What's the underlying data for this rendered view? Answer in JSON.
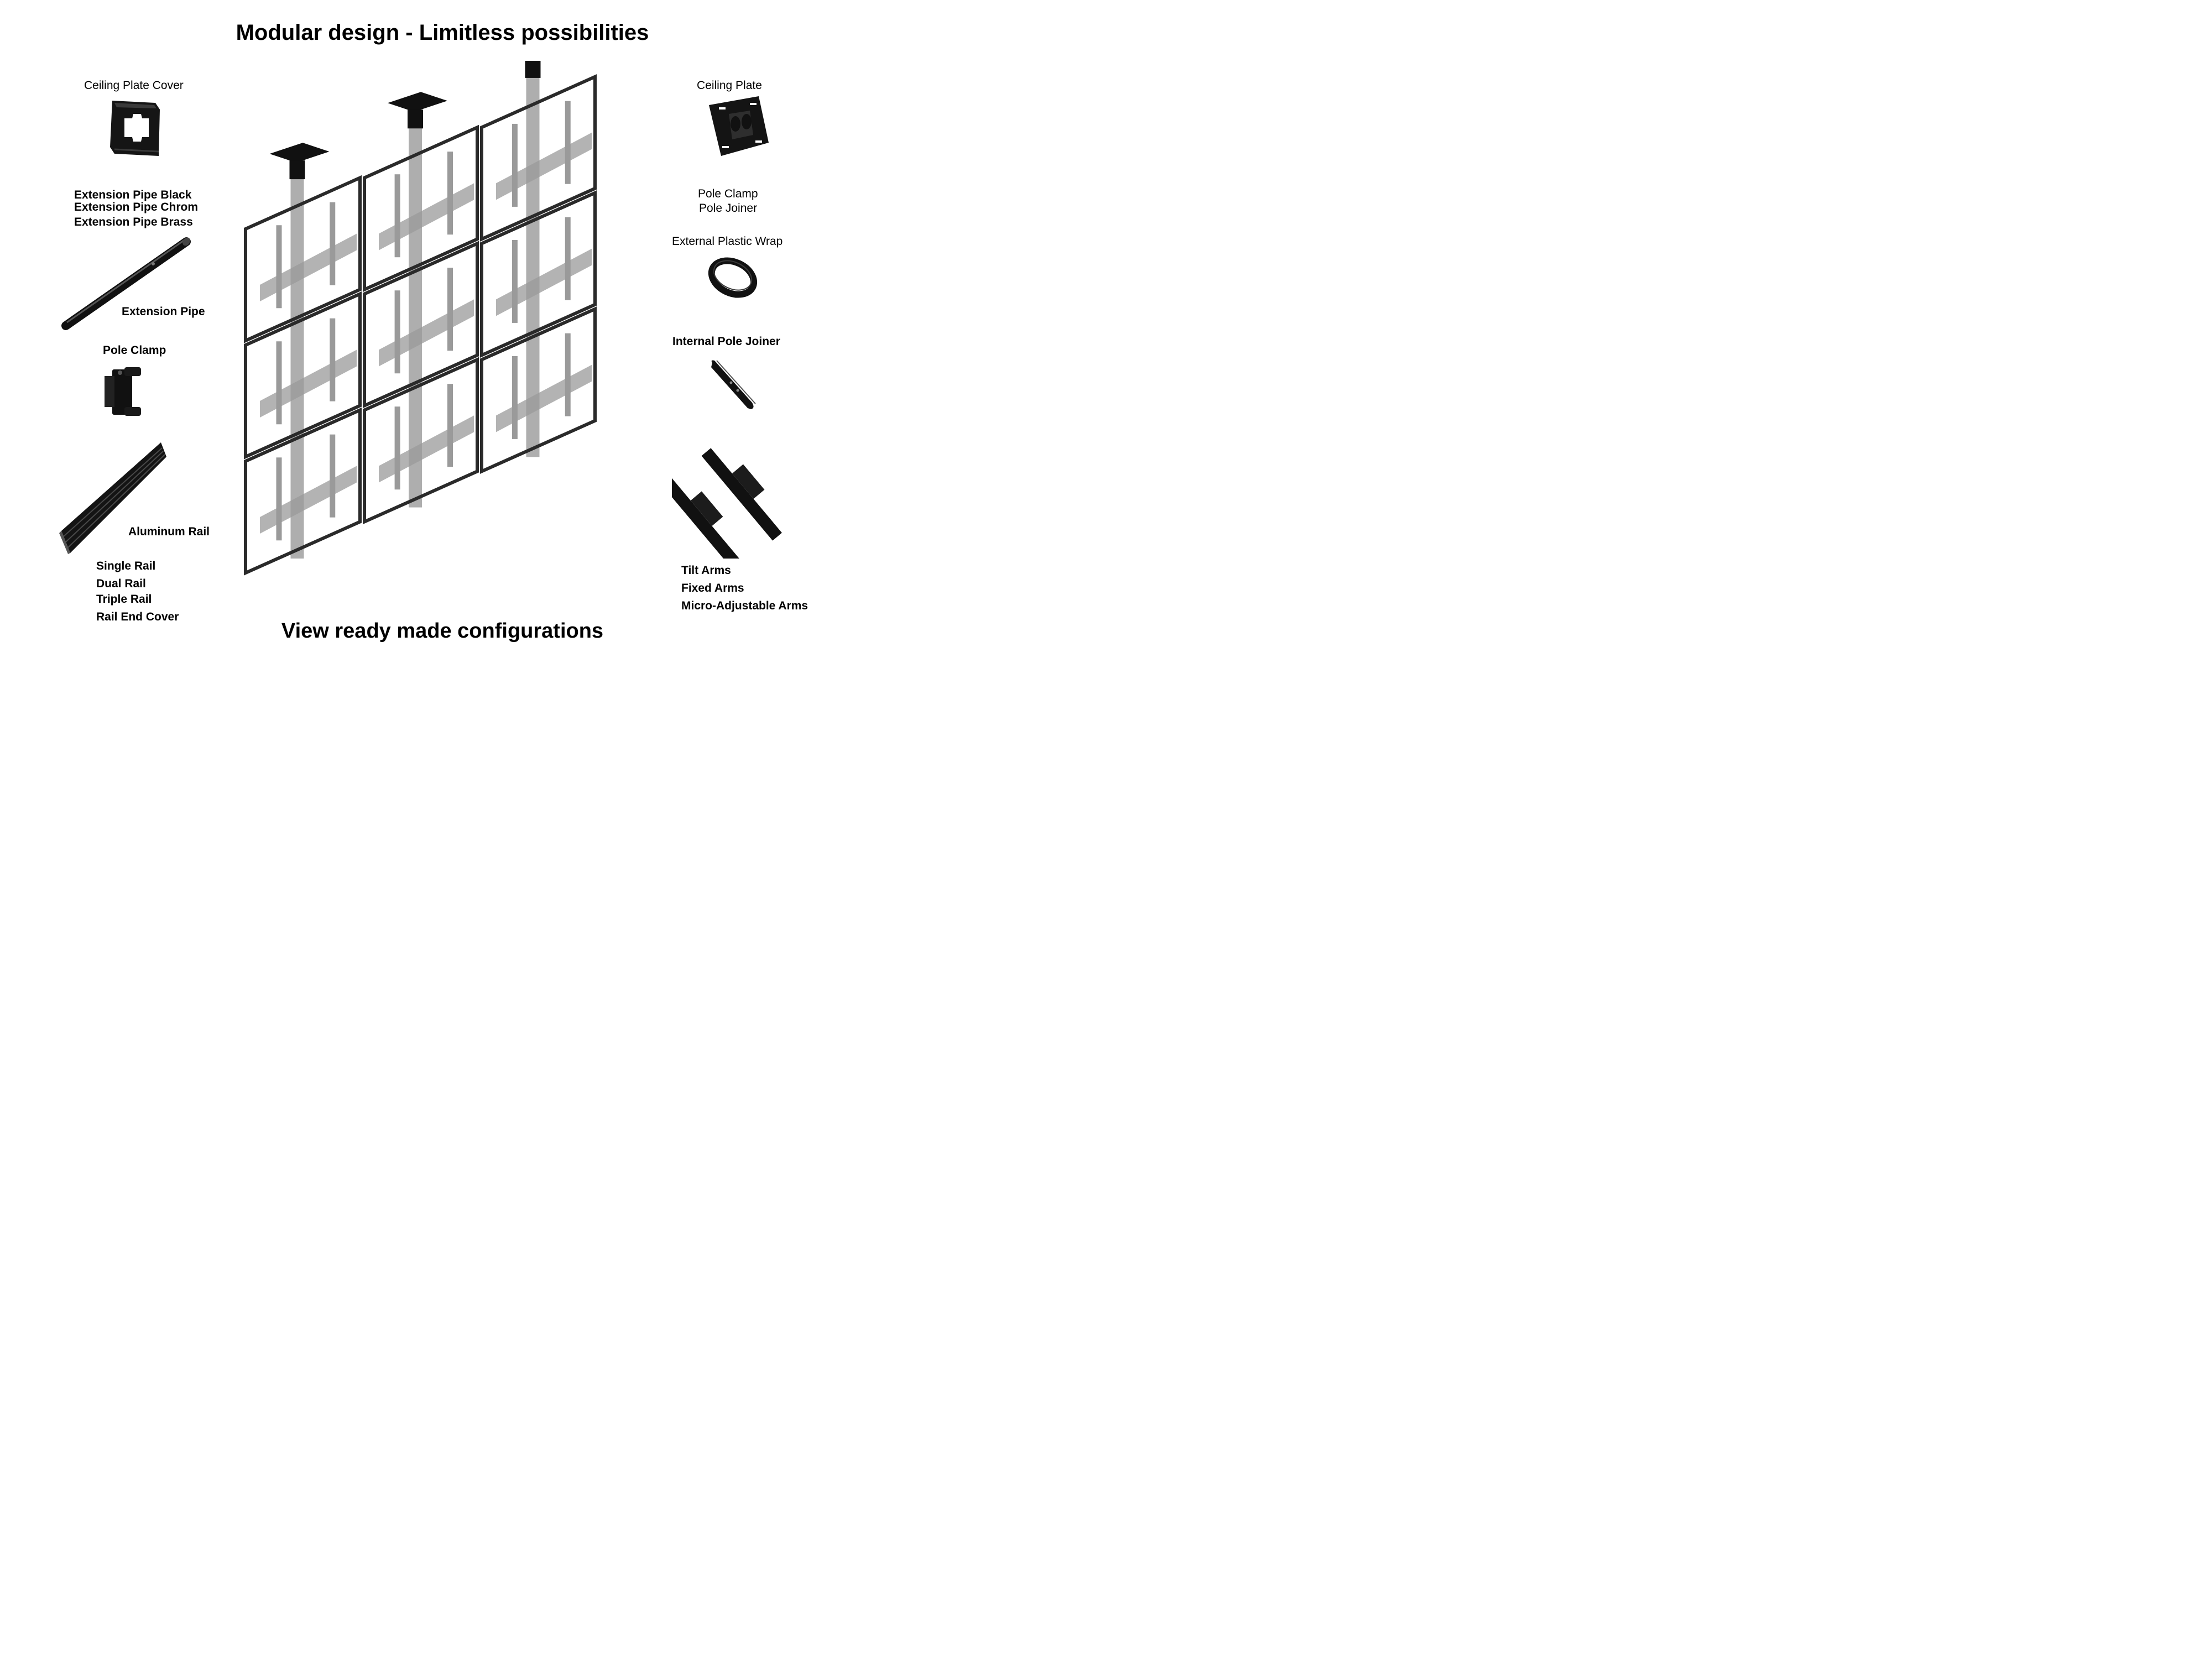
{
  "title": "Modular design - Limitless possibilities",
  "footer_link": "View ready made configurations",
  "left": {
    "ceiling_plate_cover": "Ceiling Plate Cover",
    "extension_pipe_variants": [
      "Extension Pipe Black",
      "Extension Pipe Chrom",
      "Extension Pipe Brass"
    ],
    "extension_pipe": "Extension Pipe",
    "pole_clamp": "Pole Clamp",
    "aluminum_rail": "Aluminum Rail",
    "rail_variants": [
      "Single Rail",
      "Dual Rail",
      "Triple Rail",
      "Rail End Cover"
    ]
  },
  "right": {
    "ceiling_plate": "Ceiling Plate",
    "pole_clamp": "Pole Clamp",
    "pole_joiner": "Pole Joiner",
    "external_plastic_wrap": "External Plastic Wrap",
    "internal_pole_joiner": "Internal Pole Joiner",
    "arm_variants": [
      "Tilt Arms",
      "Fixed Arms",
      "Micro-Adjustable Arms"
    ]
  },
  "colors": {
    "frame": "#2a2a2a",
    "mount": "#9a9a9a",
    "part": "#111111"
  }
}
